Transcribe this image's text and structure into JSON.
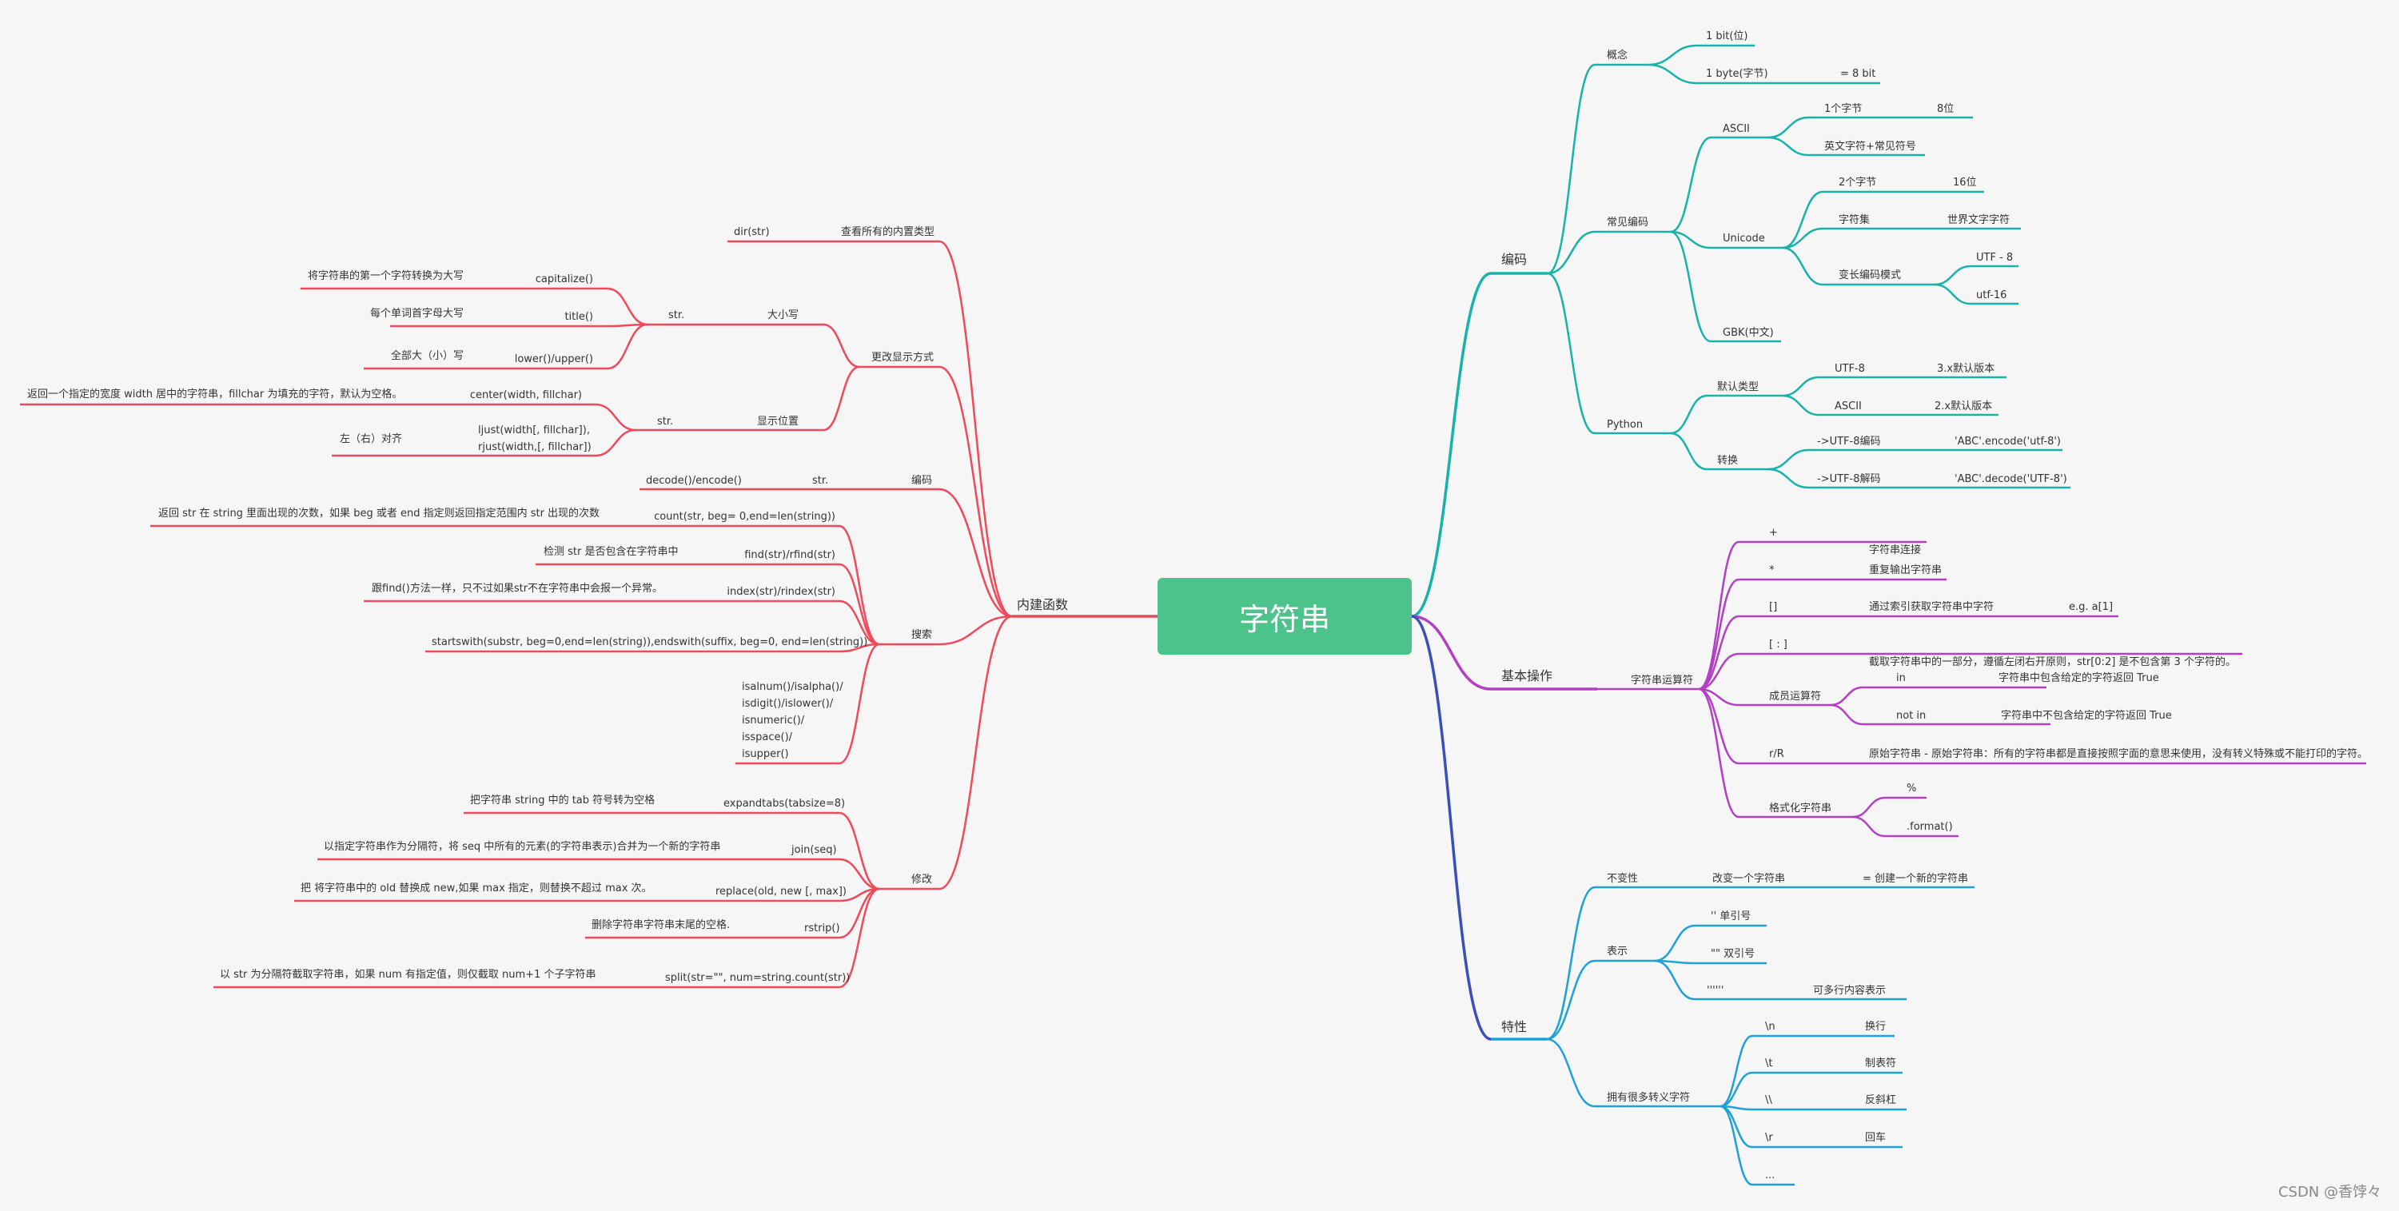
{
  "center": "字符串",
  "watermark": "CSDN @香饽々",
  "branches": {
    "builtin": {
      "label": "内建函数",
      "dir": {
        "text": "dir(str)",
        "desc": "查看所有的内置类型"
      },
      "display": {
        "label": "更改显示方式",
        "case": {
          "label": "大小写",
          "prefix": "str.",
          "items": [
            {
              "func": "capitalize()",
              "desc": "将字符串的第一个字符转换为大写"
            },
            {
              "func": "title()",
              "desc": "每个单词首字母大写"
            },
            {
              "func": "lower()/upper()",
              "desc": "全部大（小）写"
            }
          ]
        },
        "position": {
          "label": "显示位置",
          "prefix": "str.",
          "items": [
            {
              "func": "center(width, fillchar)",
              "desc": "返回一个指定的宽度 width 居中的字符串，fillchar 为填充的字符，默认为空格。"
            },
            {
              "func": "ljust(width[, fillchar]),\nrjust(width,[, fillchar])",
              "desc": "左（右）对齐"
            }
          ]
        }
      },
      "encoding": {
        "label": "编码",
        "prefix": "str.",
        "func": "decode()/encode()"
      },
      "search": {
        "label": "搜索",
        "items": [
          {
            "func": "count(str, beg= 0,end=len(string))",
            "desc": "返回 str 在 string 里面出现的次数，如果 beg 或者 end 指定则返回指定范围内 str 出现的次数"
          },
          {
            "func": "find(str)/rfind(str)",
            "desc": "检测 str 是否包含在字符串中"
          },
          {
            "func": "index(str)/rindex(str)",
            "desc": "跟find()方法一样，只不过如果str不在字符串中会报一个异常。"
          },
          {
            "func": "startswith(substr, beg=0,end=len(string)),endswith(suffix, beg=0, end=len(string))",
            "desc": ""
          },
          {
            "func": "isalnum()/isalpha()/\nisdigit()/islower()/\nisnumeric()/\nisspace()/\nisupper()",
            "desc": ""
          }
        ]
      },
      "modify": {
        "label": "修改",
        "items": [
          {
            "func": "expandtabs(tabsize=8)",
            "desc": "把字符串 string 中的 tab 符号转为空格"
          },
          {
            "func": "join(seq)",
            "desc": "以指定字符串作为分隔符，将 seq 中所有的元素(的字符串表示)合并为一个新的字符串"
          },
          {
            "func": "replace(old, new [, max])",
            "desc": "把 将字符串中的 old 替换成 new,如果 max 指定，则替换不超过 max 次。"
          },
          {
            "func": "rstrip()",
            "desc": "删除字符串字符串末尾的空格."
          },
          {
            "func": "split(str=\"\", num=string.count(str))",
            "desc": "以 str 为分隔符截取字符串，如果 num 有指定值，则仅截取 num+1 个子字符串"
          }
        ]
      }
    },
    "encoding": {
      "label": "编码",
      "concept": {
        "label": "概念",
        "items": [
          {
            "text": "1 bit(位)",
            "desc": ""
          },
          {
            "text": "1 byte(字节)",
            "desc": "= 8 bit"
          }
        ]
      },
      "common": {
        "label": "常见编码",
        "ascii": {
          "label": "ASCII",
          "items": [
            {
              "text": "1个字节",
              "desc": "8位"
            },
            {
              "text": "英文字符+常见符号",
              "desc": ""
            }
          ]
        },
        "unicode": {
          "label": "Unicode",
          "items": [
            {
              "text": "2个字节",
              "desc": "16位"
            },
            {
              "text": "字符集",
              "desc": "世界文字字符"
            }
          ],
          "variable": {
            "label": "变长编码模式",
            "items": [
              "UTF - 8",
              "utf-16"
            ]
          }
        },
        "gbk": "GBK(中文)"
      },
      "python": {
        "label": "Python",
        "default": {
          "label": "默认类型",
          "items": [
            {
              "text": "UTF-8",
              "desc": "3.x默认版本"
            },
            {
              "text": "ASCII",
              "desc": "2.x默认版本"
            }
          ]
        },
        "convert": {
          "label": "转换",
          "items": [
            {
              "text": "->UTF-8编码",
              "desc": "'ABC'.encode('utf-8')"
            },
            {
              "text": "->UTF-8解码",
              "desc": "'ABC'.decode('UTF-8')"
            }
          ]
        }
      }
    },
    "basic": {
      "label": "基本操作",
      "operators": {
        "label": "字符串运算符",
        "items": [
          {
            "op": "+",
            "desc": "字符串连接"
          },
          {
            "op": "*",
            "desc": "重复输出字符串"
          },
          {
            "op": "[]",
            "desc": "通过索引获取字符串中字符",
            "extra": "e.g.  a[1]"
          },
          {
            "op": "[ : ]",
            "desc": "截取字符串中的一部分，遵循左闭右开原则，str[0:2] 是不包含第 3 个字符的。"
          },
          {
            "op": "r/R",
            "desc": "原始字符串 - 原始字符串：所有的字符串都是直接按照字面的意思来使用，没有转义特殊或不能打印的字符。"
          }
        ],
        "membership": {
          "label": "成员运算符",
          "items": [
            {
              "op": "in",
              "desc": "字符串中包含给定的字符返回 True"
            },
            {
              "op": "not in",
              "desc": "字符串中不包含给定的字符返回 True"
            }
          ]
        },
        "format": {
          "label": "格式化字符串",
          "items": [
            "%",
            ".format()"
          ]
        }
      }
    },
    "features": {
      "label": "特性",
      "immutable": {
        "label": "不变性",
        "text": "改变一个字符串",
        "desc": "= 创建一个新的字符串"
      },
      "repr": {
        "label": "表示",
        "items": [
          {
            "text": "''  单引号",
            "desc": ""
          },
          {
            "text": "\"\"  双引号",
            "desc": ""
          },
          {
            "text": "''''''",
            "desc": "可多行内容表示"
          }
        ]
      },
      "escape": {
        "label": "拥有很多转义字符",
        "items": [
          {
            "text": "\\n",
            "desc": "换行"
          },
          {
            "text": "\\t",
            "desc": "制表符"
          },
          {
            "text": "\\\\",
            "desc": "反斜杠"
          },
          {
            "text": "\\r",
            "desc": "回车"
          },
          {
            "text": "...",
            "desc": ""
          }
        ]
      }
    }
  },
  "colors": {
    "builtin": "#ef4a5b",
    "encoding": "#17b3a9",
    "basic": "#b23fc4",
    "features": "#1ea1d7",
    "featuresLink": "#3b4fb8",
    "center": "#4cc38a",
    "text": "#333333"
  }
}
